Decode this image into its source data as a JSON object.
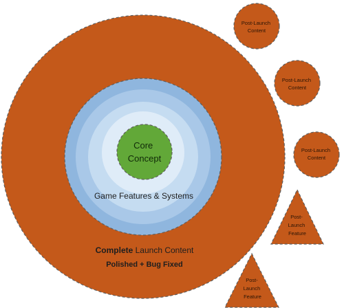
{
  "colors": {
    "launch_orange": "#c4591a",
    "ring_blue_outer": "#8fb6de",
    "ring_blue_mid": "#a9c8e8",
    "ring_blue_inner": "#c5dcf1",
    "ring_blue_core_bg": "#dfecf8",
    "core_green": "#62a838",
    "dash_stroke": "#5f5f5f"
  },
  "core": {
    "line1": "Core",
    "line2": "Concept"
  },
  "features": {
    "label": "Game Features & Systems"
  },
  "launch": {
    "line1_bold": "Complete",
    "line1_rest": " Launch Content",
    "line2": "Polished + Bug Fixed"
  },
  "post_launch_content": [
    {
      "line1": "Post-Launch",
      "line2": "Content"
    },
    {
      "line1": "Post-Launch",
      "line2": "Content"
    },
    {
      "line1": "Post-Launch",
      "line2": "Content"
    }
  ],
  "post_launch_features": [
    {
      "line1": "Post-",
      "line2": "Launch",
      "line3": "Feature"
    },
    {
      "line1": "Post-",
      "line2": "Launch",
      "line3": "Feature"
    }
  ]
}
